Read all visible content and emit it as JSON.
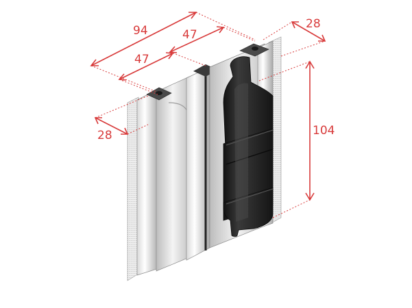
{
  "dimensions": {
    "overall_depth": "94",
    "rear_half": "47",
    "front_half": "47",
    "right_width": "28",
    "left_width": "28",
    "height": "104"
  },
  "colors": {
    "dimension": "#d83a3a",
    "hinge_body": "#2a2a2a",
    "profile_light": "#f2f2f2",
    "profile_mid": "#cfcfcf",
    "profile_dark": "#8a8a8a"
  }
}
